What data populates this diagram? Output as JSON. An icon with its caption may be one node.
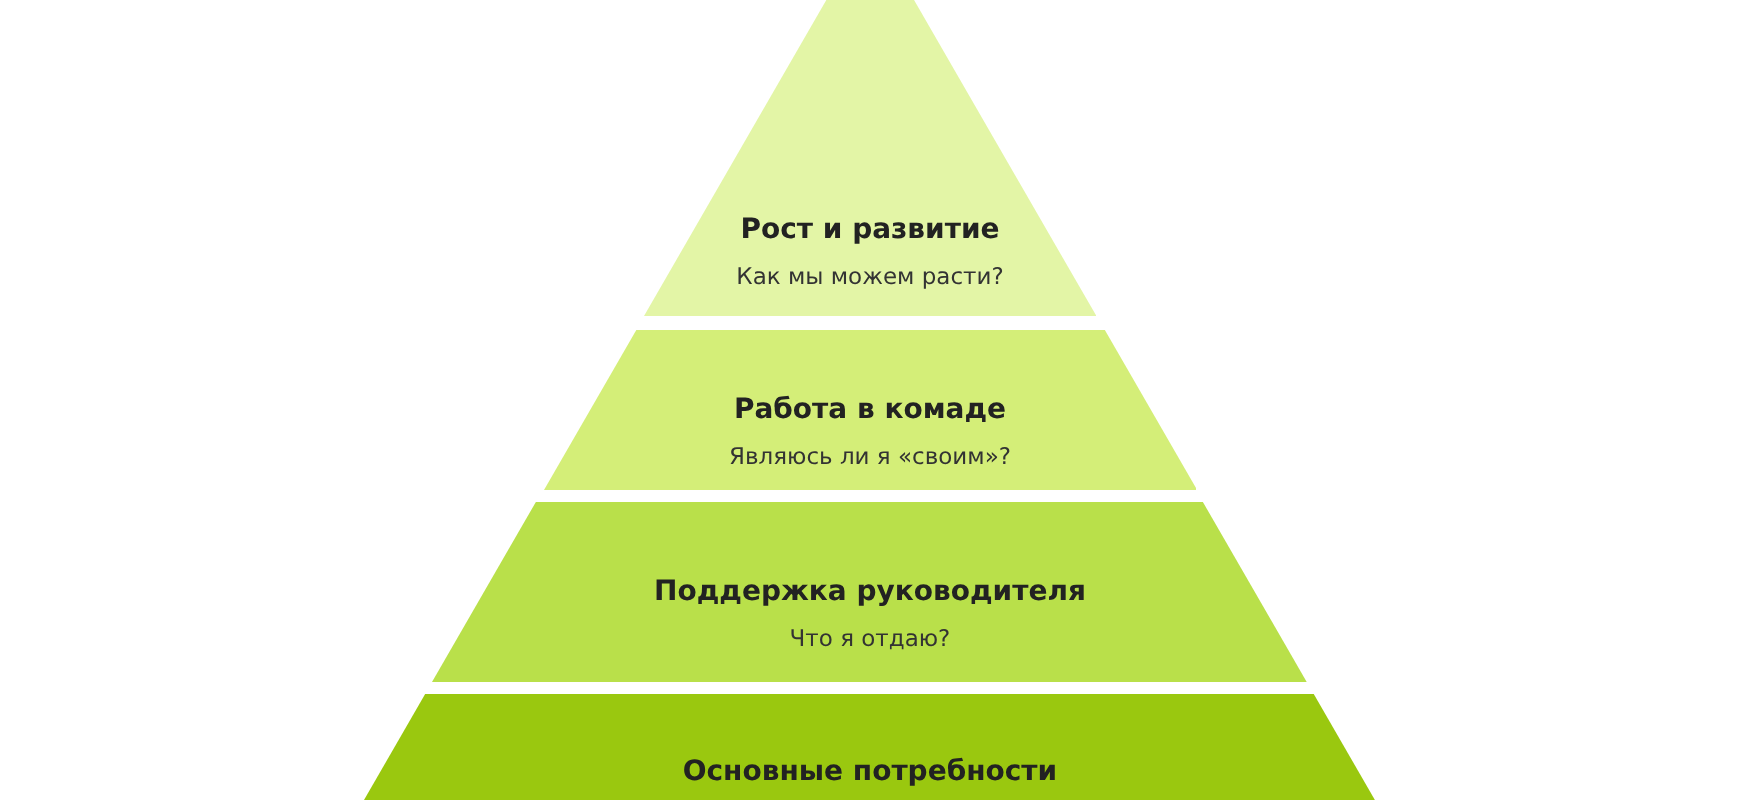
{
  "diagram": {
    "nodes": [
      {
        "text": [
          "Рост и развитие",
          "Как мы можем расти?"
        ]
      },
      {
        "text": [
          "Работа в комаде",
          "Являюсь ли я «своим»?"
        ]
      },
      {
        "text": [
          "Поддержка руководителя",
          "Что я отдаю?"
        ]
      },
      {
        "text": [
          "Основные потребности"
        ]
      }
    ]
  }
}
